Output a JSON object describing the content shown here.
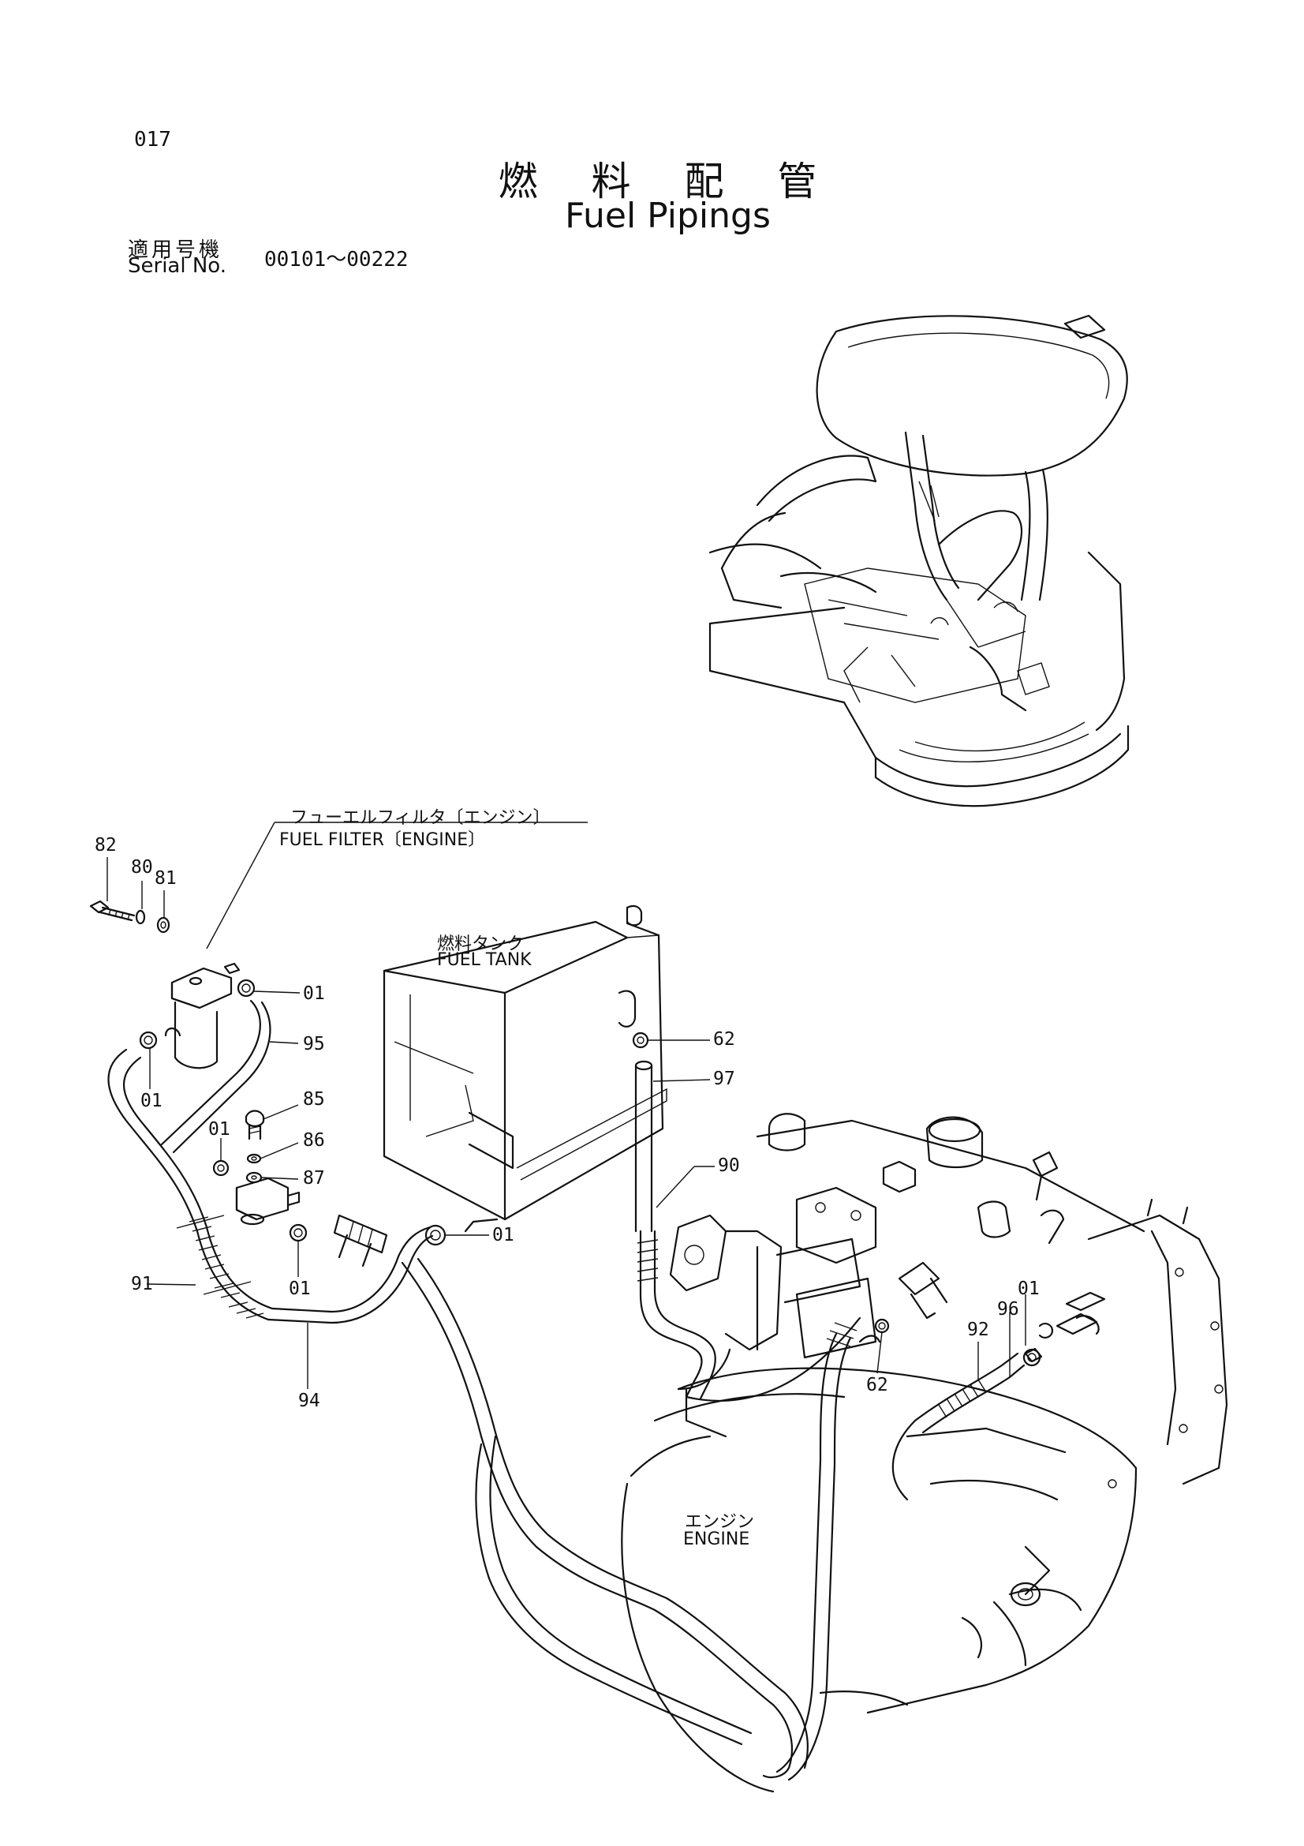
{
  "page_number": "017",
  "title": {
    "japanese": "燃 料 配 管",
    "english": "Fuel Pipings"
  },
  "serial": {
    "label_japanese": "適用号機",
    "label_english": "Serial No.",
    "range": "00101～00222"
  },
  "components": {
    "fuel_filter": {
      "japanese": "フューエルフィルタ〔エンジン〕",
      "english": "FUEL FILTER〔ENGINE〕"
    },
    "fuel_tank": {
      "japanese": "燃料タンク",
      "english": "FUEL TANK"
    },
    "engine": {
      "japanese": "エンジン",
      "english": "ENGINE"
    }
  },
  "callouts": {
    "c82": "82",
    "c80": "80",
    "c81": "81",
    "c01_a": "01",
    "c95": "95",
    "c01_b": "01",
    "c85": "85",
    "c01_c": "01",
    "c86": "86",
    "c87": "87",
    "c01_d": "01",
    "c01_e": "01",
    "c91": "91",
    "c94": "94",
    "c62_a": "62",
    "c97": "97",
    "c90": "90",
    "c62_b": "62",
    "c92": "92",
    "c96": "96",
    "c01_f": "01"
  }
}
